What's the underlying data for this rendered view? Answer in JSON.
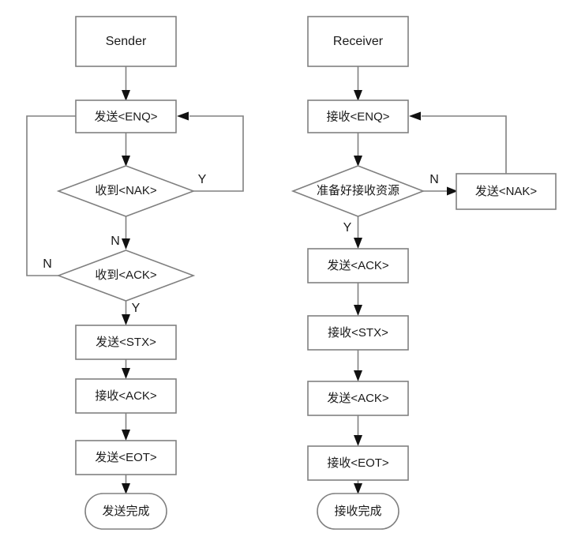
{
  "diagram": {
    "title": "Sender / Receiver handshake flowchart",
    "colors": {
      "shape_stroke": "#808080",
      "shape_fill": "#ffffff",
      "connector": "#808080",
      "arrow_head": "#111111",
      "text": "#1a1a1a",
      "background": "#ffffff"
    },
    "lanes": [
      {
        "id": "sender",
        "header": "Sender"
      },
      {
        "id": "receiver",
        "header": "Receiver"
      }
    ],
    "nodes": {
      "sender_start": "Sender",
      "sender_send_enq": "发送<ENQ>",
      "sender_recv_nak": "收到<NAK>",
      "sender_recv_ack": "收到<ACK>",
      "sender_send_stx": "发送<STX>",
      "sender_recv_ack_box": "接收<ACK>",
      "sender_send_eot": "发送<EOT>",
      "sender_end": "发送完成",
      "receiver_start": "Receiver",
      "receiver_recv_enq": "接收<ENQ>",
      "receiver_ready": "准备好接收资源",
      "receiver_send_nak": "发送<NAK>",
      "receiver_send_ack": "发送<ACK>",
      "receiver_recv_stx": "接收<STX>",
      "receiver_send_ack2": "发送<ACK>",
      "receiver_recv_eot": "接收<EOT>",
      "receiver_end": "接收完成"
    },
    "edge_labels": {
      "sender_nak_yes": "Y",
      "sender_nak_no": "N",
      "sender_ack_no": "N",
      "sender_ack_yes": "Y",
      "receiver_ready_no": "N",
      "receiver_ready_yes": "Y"
    }
  }
}
